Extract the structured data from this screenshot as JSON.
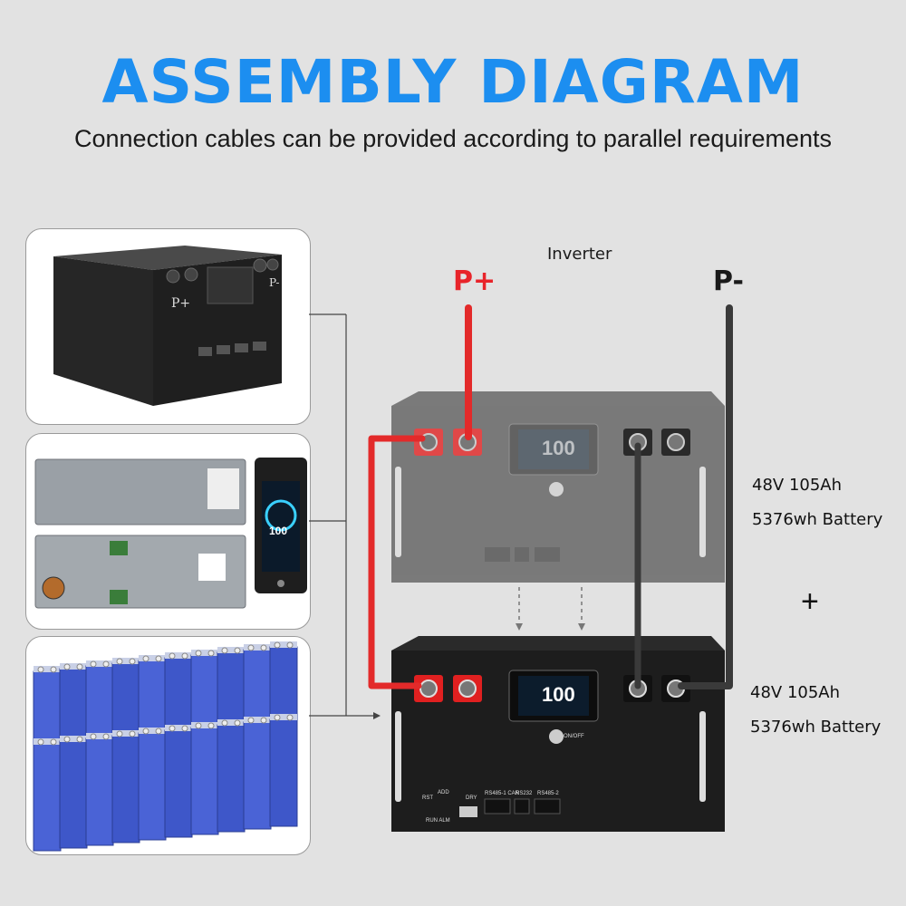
{
  "header": {
    "title": "ASSEMBLY DIAGRAM",
    "subtitle": "Connection cables can be provided according to parallel requirements"
  },
  "diagram": {
    "inverter_label": "Inverter",
    "positive_label": "P+",
    "negative_label": "P-",
    "plus_sign": "+",
    "battery_top": {
      "line1": "48V 105Ah",
      "line2": "5376wh Battery"
    },
    "battery_bottom": {
      "line1": "48V 105Ah",
      "line2": "5376wh Battery"
    },
    "case_labels": {
      "p_plus": "P+",
      "p_minus": "P-"
    },
    "panel_labels": {
      "rst": "RST",
      "add": "ADD",
      "dry": "DRY",
      "onoff": "ON/OFF",
      "run_alm": "RUN ALM",
      "rs485_can": "RS485-1 CAN",
      "rs232": "RS232",
      "rs485_2": "RS485-2"
    },
    "display": {
      "percent": "100",
      "unit": "%"
    },
    "colors": {
      "title": "#1c8ef0",
      "positive": "#e8242a",
      "negative": "#1a1a1a",
      "cable_red": "#e32a2a",
      "cable_black": "#3a3a3a"
    }
  }
}
